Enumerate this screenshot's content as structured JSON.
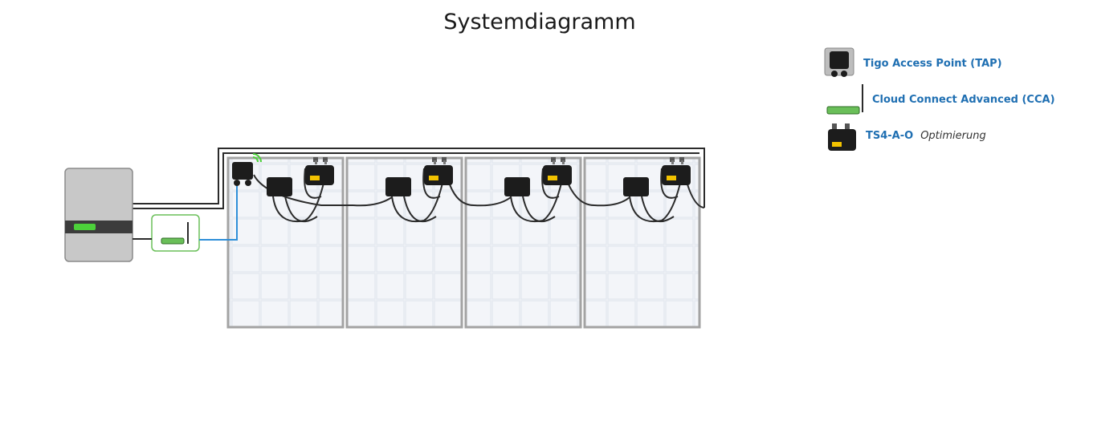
{
  "title": "Systemdiagramm",
  "legend": [
    {
      "label": "Tigo Access Point (TAP)",
      "desc": ""
    },
    {
      "label": "Cloud Connect Advanced (CCA)",
      "desc": ""
    },
    {
      "label": "TS4-A-O",
      "desc": "Optimierung"
    }
  ],
  "colors": {
    "panel_frame": "#a3a3a3",
    "panel_cell": "#eef2f7",
    "cable": "#2b2b2b",
    "inverter_body": "#c8c8c8",
    "inverter_led": "#4cd13a",
    "cca_border": "#6abf59",
    "data_line": "#2f8fd8",
    "optimizer_label": "#f2c200"
  },
  "panels": [
    "panel-1",
    "panel-2",
    "panel-3",
    "panel-4"
  ]
}
